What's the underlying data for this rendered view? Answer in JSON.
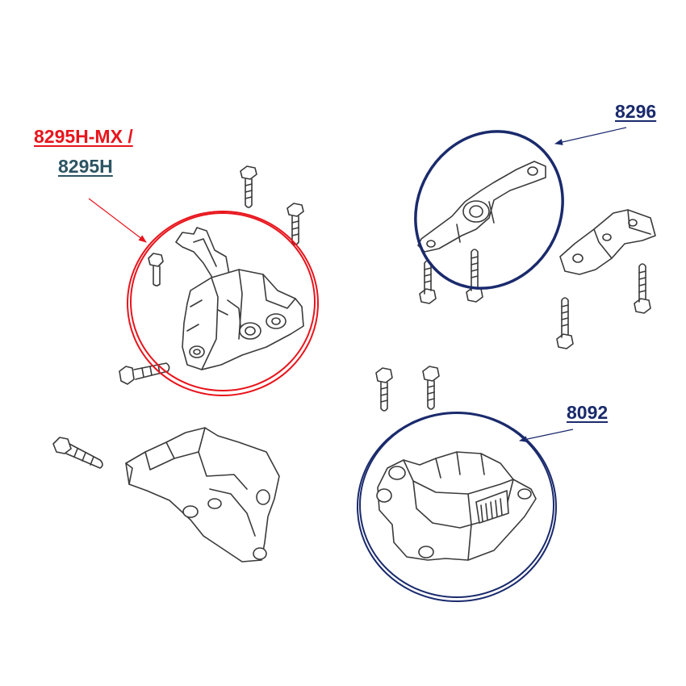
{
  "labels": {
    "part_8295h_mx": {
      "text": "8295H-MX /",
      "color": "#e8141c"
    },
    "part_8295h": {
      "text": "8295H",
      "color": "#2c5462"
    },
    "part_8296": {
      "text": "8296",
      "color": "#1a2a6c"
    },
    "part_8092": {
      "text": "8092",
      "color": "#1a2a6c"
    }
  },
  "colors": {
    "highlight_red": "#e8141c",
    "highlight_navy": "#1a2a6c",
    "line_art": "#3a3a3a"
  }
}
